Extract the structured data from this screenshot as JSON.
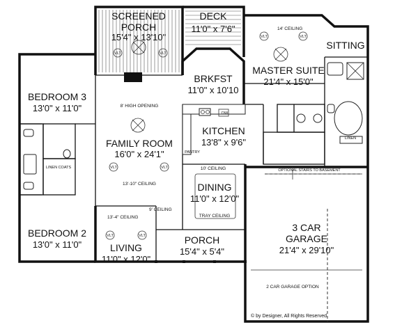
{
  "rooms": {
    "screened_porch": {
      "name_line1": "SCREENED",
      "name_line2": "PORCH",
      "dim": "15'4\" x 13'10\""
    },
    "deck": {
      "name": "DECK",
      "dim": "11'0\" x 7'6\""
    },
    "brkfst": {
      "name": "BRKFST",
      "dim": "11'0\" x 10'10"
    },
    "master_suite": {
      "name": "MASTER SUITE",
      "dim": "21'4\" x 15'0\""
    },
    "sitting": {
      "name": "SITTING"
    },
    "bedroom3": {
      "name": "BEDROOM 3",
      "dim": "13'0\" x 11'0\""
    },
    "family_room": {
      "name": "FAMILY ROOM",
      "dim": "16'0\" x 24'1\""
    },
    "kitchen": {
      "name": "KITCHEN",
      "dim": "13'8\" x 9'6\""
    },
    "dining": {
      "name": "DINING",
      "dim": "11'0\" x 12'0\""
    },
    "garage": {
      "name_line1": "3 CAR",
      "name_line2": "GARAGE",
      "dim": "21'4\" x 29'10\""
    },
    "bedroom2": {
      "name": "BEDROOM 2",
      "dim": "13'0\" x 11'0\""
    },
    "living": {
      "name": "LIVING",
      "dim": "11'0\" x 12'0\""
    },
    "porch": {
      "name": "PORCH",
      "dim": "15'4\" x 5'4\""
    }
  },
  "notes": {
    "ceiling_14": "14' CEILING",
    "high_opening": "8' HIGH OPENING",
    "ceiling_10": "10' CEILING",
    "ceiling_13_10": "13'-10\" CEILING",
    "ceiling_9": "9' CEILING",
    "ceiling_13_4": "13'-4\" CEILING",
    "tray_ceiling": "TRAY CEILING",
    "pantry": "PANTRY",
    "linen": "LINEN",
    "linen_coats": "LINEN COATS",
    "optional_stairs": "OPTIONAL STAIRS TO BASEMENT",
    "garage_option": "2 CAR GARAGE OPTION",
    "dw": "DW",
    "vlt": "VLT",
    "copyright": "© by Designer, All Rights Reserved"
  }
}
